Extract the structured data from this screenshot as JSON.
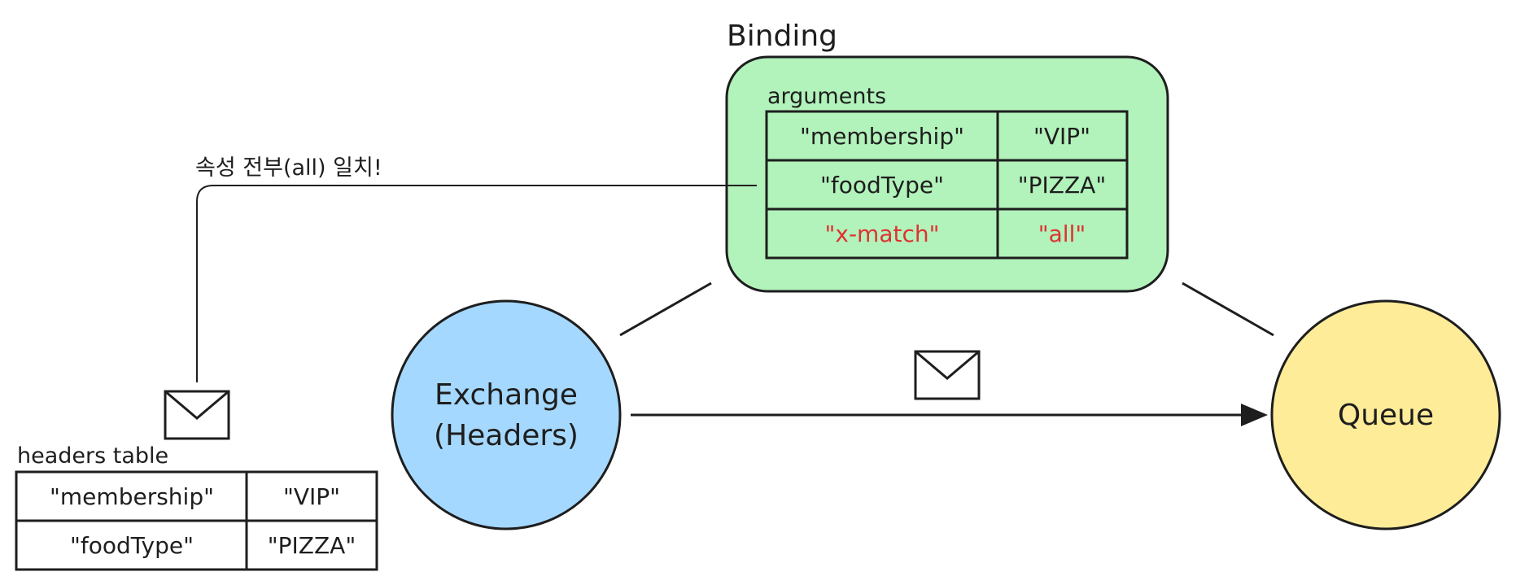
{
  "binding": {
    "title": "Binding",
    "arguments_label": "arguments",
    "rows": [
      {
        "key": "\"membership\"",
        "value": "\"VIP\""
      },
      {
        "key": "\"foodType\"",
        "value": "\"PIZZA\""
      },
      {
        "key": "\"x-match\"",
        "value": "\"all\""
      }
    ]
  },
  "match_label": "속성 전부(all) 일치!",
  "headers_table": {
    "label": "headers table",
    "rows": [
      {
        "key": "\"membership\"",
        "value": "\"VIP\""
      },
      {
        "key": "\"foodType\"",
        "value": "\"PIZZA\""
      }
    ]
  },
  "exchange": {
    "line1": "Exchange",
    "line2": "(Headers)"
  },
  "queue": {
    "label": "Queue"
  },
  "colors": {
    "binding_fill": "#b2f2bb",
    "exchange_fill": "#a5d8ff",
    "queue_fill": "#ffec99",
    "highlight_text": "#e03131",
    "stroke": "#1e1e1e"
  },
  "icons": [
    "envelope-icon",
    "envelope-icon",
    "arrow-head-icon"
  ]
}
